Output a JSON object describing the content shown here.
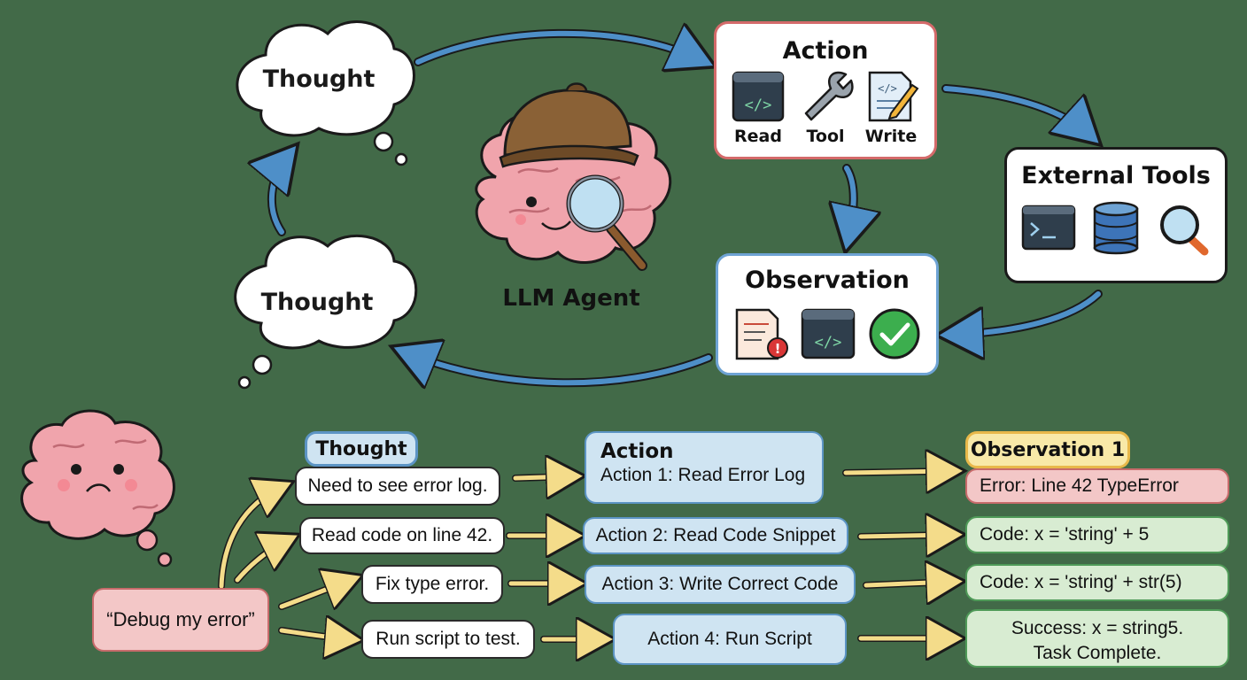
{
  "top_cycle": {
    "thought_top": "Thought",
    "thought_bottom": "Thought",
    "agent_label": "LLM Agent",
    "action": {
      "title": "Action",
      "items": [
        "Read",
        "Tool",
        "Write"
      ]
    },
    "external_tools": {
      "title": "External Tools"
    },
    "observation": {
      "title": "Observation"
    }
  },
  "trace": {
    "user_request": "“Debug my error”",
    "thought_header": "Thought",
    "action_header": "Action",
    "observation_header": "Observation 1",
    "thoughts": [
      "Need to see error log.",
      "Read code on line 42.",
      "Fix type error.",
      "Run script to test."
    ],
    "actions": [
      "Action 1: Read Error Log",
      "Action 2: Read Code Snippet",
      "Action 3: Write Correct Code",
      "Action 4: Run Script"
    ],
    "observations": [
      "Error: Line 42 TypeError",
      "Code: x = 'string' + 5",
      "Code: x = 'string' + str(5)",
      "Success: x = string5.",
      "Task Complete."
    ]
  },
  "colors": {
    "background": "#426a48",
    "arrow_blue": "#4e8fc8",
    "arrow_yellow": "#f4dc8a",
    "brain_pink": "#f0a4ac",
    "action_border": "#d46a6a",
    "observation_border": "#6ea3d4"
  }
}
